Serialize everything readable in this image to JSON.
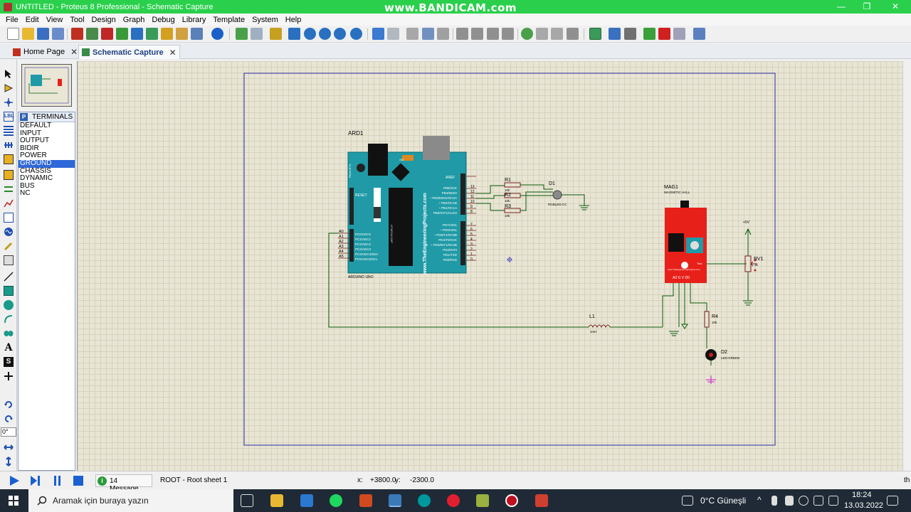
{
  "window": {
    "title": "UNTITLED - Proteus 8 Professional - Schematic Capture",
    "watermark": "www.BANDICAM.com",
    "minimize": "—",
    "maximize": "❐",
    "close": "✕"
  },
  "menu": [
    "File",
    "Edit",
    "View",
    "Tool",
    "Design",
    "Graph",
    "Debug",
    "Library",
    "Template",
    "System",
    "Help"
  ],
  "tabs": [
    {
      "label": "Home Page",
      "close": "✕"
    },
    {
      "label": "Schematic Capture",
      "close": "✕"
    }
  ],
  "terminals": {
    "header": "TERMINALS",
    "header_icon": "P",
    "items": [
      "DEFAULT",
      "INPUT",
      "OUTPUT",
      "BIDIR",
      "POWER",
      "GROUND",
      "CHASSIS",
      "DYNAMIC",
      "BUS",
      "NC"
    ],
    "selected": "GROUND"
  },
  "rotation_field": "0°",
  "schematic": {
    "arduino": {
      "ref": "ARD1",
      "name": "ARDUINO UNO",
      "site": "www.TheEngineeringProjects.com",
      "reset": "RESET",
      "aref": "AREF",
      "reset_btn": "Reset BTN",
      "on": "ON",
      "chip": "ATMEGA328P",
      "analog_pins": [
        "A0",
        "A1",
        "A2",
        "A3",
        "A4",
        "A5"
      ],
      "analog_labels": [
        "PC0/ADC0",
        "PC1/ADC1",
        "PC2/ADC2",
        "PC3/ADC3",
        "PC4/ADC4/SDA",
        "PC5/ADC5/SCL"
      ],
      "digital_pins_top": [
        "13",
        "12",
        "11",
        "10",
        "9",
        "8"
      ],
      "digital_labels_top": [
        "PB5/SCK",
        "PB4/MISO",
        "~ PB3/MOSI/OC2A",
        "~ PB2/OC1B",
        "~ PB1/OC1A",
        "PB0/ICP1/CLKO"
      ],
      "digital_pins_bottom": [
        "7",
        "6",
        "5",
        "4",
        "3",
        "2",
        "1",
        "0"
      ],
      "digital_labels_bottom": [
        "PD7/AIN1",
        "~ PD6/AIN1",
        "~ PD5/T1/OC0B",
        "PD4/T0/XCK",
        "~ PD3/INT1/OC2B",
        "PD2/INT0",
        "PD1/TXD",
        "PD0/RXD"
      ]
    },
    "r1": {
      "ref": "R1",
      "value": "10k"
    },
    "r2": {
      "ref": "R2",
      "value": "10k"
    },
    "r3": {
      "ref": "R3",
      "value": "10k"
    },
    "d1": {
      "ref": "D1",
      "type": "RGBLED-CC"
    },
    "l1": {
      "ref": "L1",
      "value": "1mH"
    },
    "mag1": {
      "ref": "MAG1",
      "name": "MAGNETIC HALL",
      "pins": "A0  G  V  D0",
      "site": "www.TheEngineeringProjects.com",
      "test": "Test"
    },
    "rv1": {
      "ref": "RV1",
      "value": "1k",
      "supply": "+5V"
    },
    "r4": {
      "ref": "R4",
      "value": "10k"
    },
    "d2": {
      "ref": "D2",
      "type": "LED-GREEN"
    }
  },
  "status": {
    "messages": "14 Message...",
    "sheet": "ROOT - Root sheet 1",
    "x_label": "x:",
    "x_value": "+3800.0",
    "y_label": "y:",
    "y_value": "-2300.0",
    "right_fragment": "th"
  },
  "taskbar": {
    "search_placeholder": "Aramak için buraya yazın",
    "weather": "0°C  Güneşli",
    "time": "18:24",
    "date": "13.03.2022",
    "chevron": "^"
  },
  "colors": {
    "title_green": "#2ad04c",
    "arduino_teal": "#1f9aa6",
    "wire_green": "#0a5a0a",
    "sensor_red": "#e8201a",
    "border_blue": "#4a4aa8"
  }
}
